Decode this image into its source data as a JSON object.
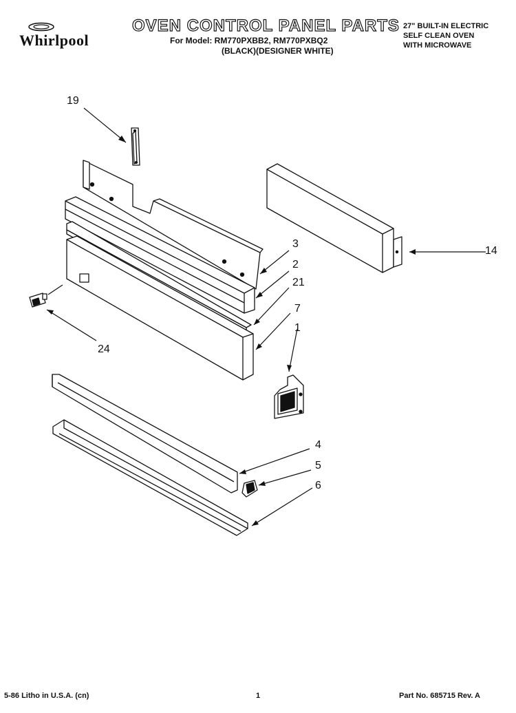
{
  "header": {
    "brand": "Whirlpool",
    "title": "OVEN CONTROL PANEL PARTS",
    "models_line": "For Model: RM770PXBB2, RM770PXBQ2",
    "models_sub": "(BLACK)(DESIGNER WHITE)",
    "product_lines": [
      "27\" BUILT-IN ELECTRIC",
      "SELF CLEAN OVEN",
      "WITH MICROWAVE"
    ]
  },
  "callouts": {
    "c19": "19",
    "c14": "14",
    "c3": "3",
    "c2": "2",
    "c21": "21",
    "c7": "7",
    "c1": "1",
    "c24": "24",
    "c4": "4",
    "c5": "5",
    "c6": "6"
  },
  "footer": {
    "left": "5-86 Litho in U.S.A. (cn)",
    "page": "1",
    "part_no": "Part No. 685715 Rev. A"
  }
}
